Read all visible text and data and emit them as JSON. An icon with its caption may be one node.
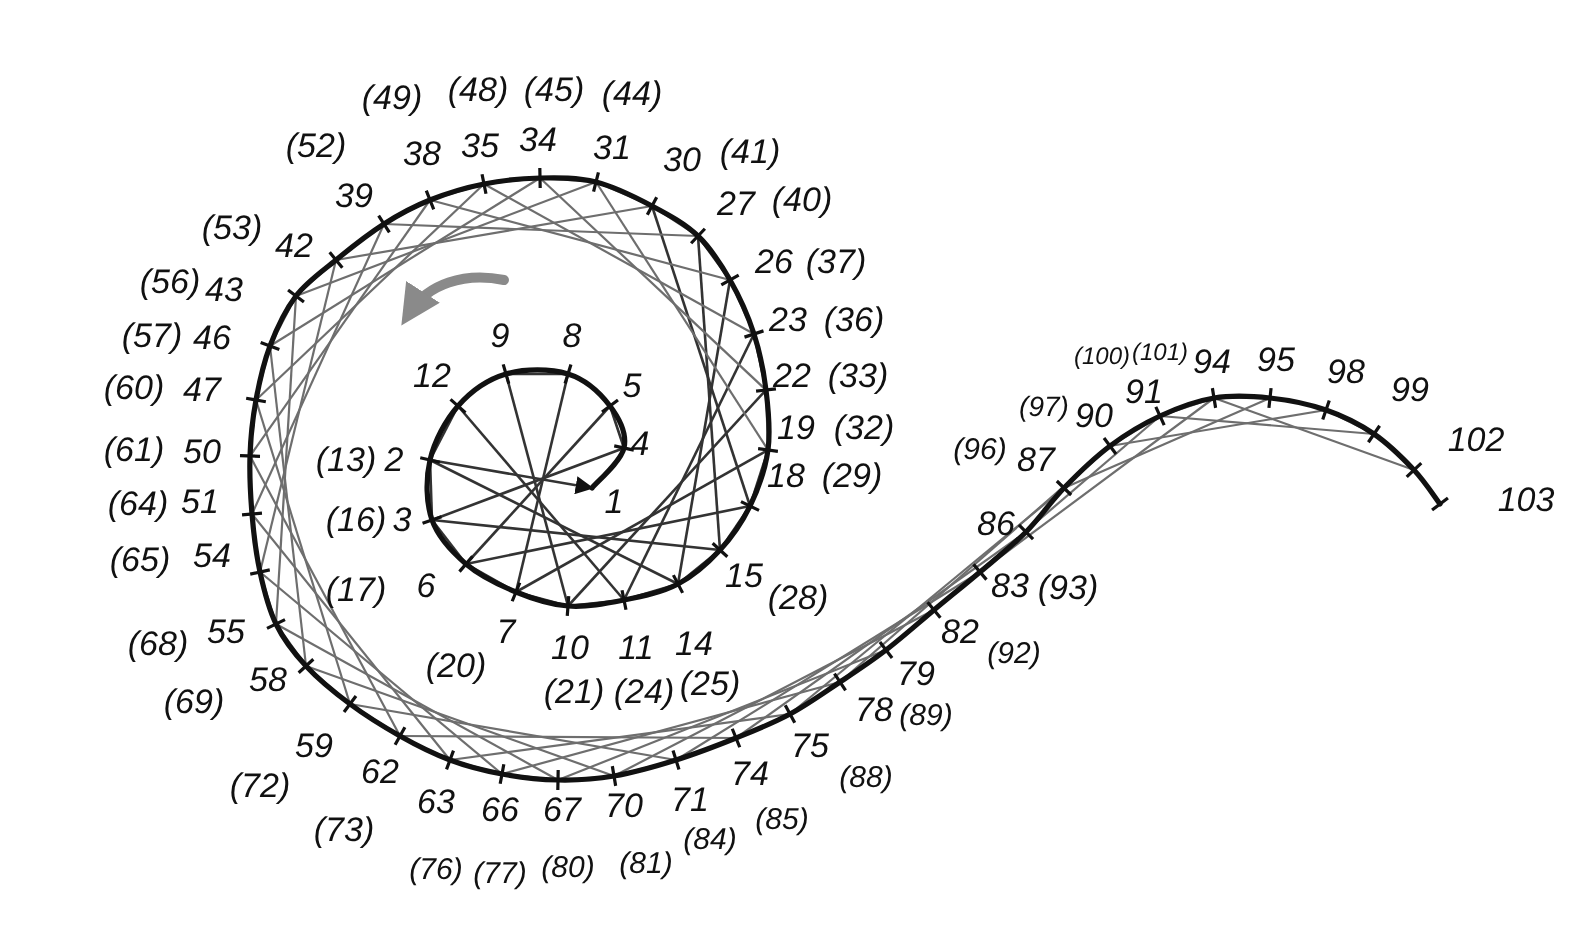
{
  "diagram": {
    "labels": [
      "(49)",
      "(48)",
      "(45)",
      "(44)",
      "(52)",
      "38",
      "35",
      "34",
      "31",
      "30",
      "(41)",
      "39",
      "27",
      "(40)",
      "(53)",
      "42",
      "26",
      "(37)",
      "(56)",
      "43",
      "23",
      "(36)",
      "(57)",
      "46",
      "12",
      "9",
      "8",
      "5",
      "22",
      "(33)",
      "(100)",
      "(101)",
      "(60)",
      "47",
      "4",
      "19",
      "(32)",
      "(13)",
      "2",
      "1",
      "18",
      "(29)",
      "(61)",
      "50",
      "(16)",
      "3",
      "(64)",
      "51",
      "(65)",
      "54",
      "(17)",
      "6",
      "15",
      "(28)",
      "7",
      "(20)",
      "10",
      "(21)",
      "11",
      "(24)",
      "14",
      "(25)",
      "(68)",
      "55",
      "(69)",
      "58",
      "59",
      "(72)",
      "62",
      "(73)",
      "63",
      "(76)",
      "66",
      "(77)",
      "67",
      "(80)",
      "70",
      "(81)",
      "71",
      "(84)",
      "74",
      "(85)",
      "75",
      "(88)",
      "78",
      "(89)",
      "79",
      "82",
      "(92)",
      "83",
      "(93)",
      "86",
      "(96)",
      "87",
      "(97)",
      "90",
      "91",
      "94",
      "95",
      "98",
      "99",
      "102",
      "103"
    ]
  }
}
